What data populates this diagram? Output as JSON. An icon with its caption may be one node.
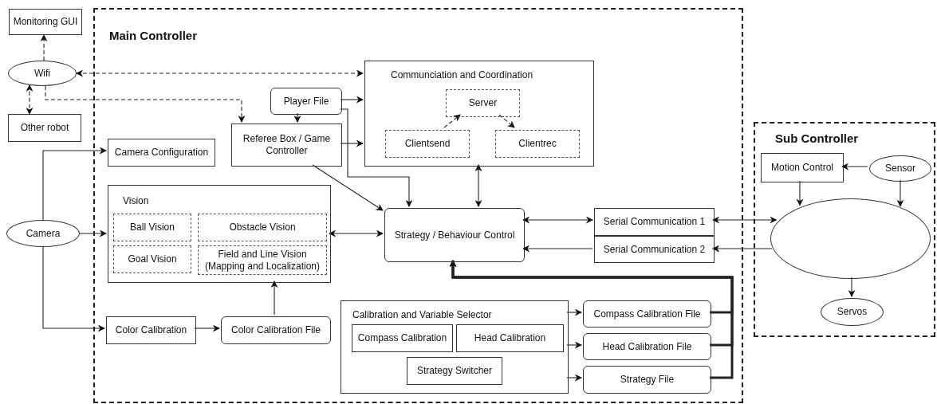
{
  "diagram": {
    "nodes": [
      {
        "text": [
          "Monitoring GUI"
        ]
      },
      {
        "text": [
          "Wifi"
        ]
      },
      {
        "text": [
          "Other robot"
        ]
      },
      {
        "text": [
          "Camera"
        ]
      },
      {
        "text": [
          "Main Controller"
        ]
      },
      {
        "text": [
          "Communciation and Coordination"
        ],
        "in": 4
      },
      {
        "text": [
          "Server"
        ],
        "in": 5
      },
      {
        "text": [
          "Clientsend"
        ],
        "in": 5
      },
      {
        "text": [
          "Clientrec"
        ],
        "in": 5
      },
      {
        "text": [
          "Player File"
        ],
        "in": 4
      },
      {
        "text": [
          "Referee Box / Game Controller"
        ],
        "in": 4
      },
      {
        "text": [
          "Camera Configuration"
        ],
        "in": 4
      },
      {
        "text": [
          "Vision"
        ],
        "in": 4
      },
      {
        "text": [
          "Ball Vision"
        ],
        "in": 12
      },
      {
        "text": [
          "Obstacle Vision"
        ],
        "in": 12
      },
      {
        "text": [
          "Goal Vision"
        ],
        "in": 12
      },
      {
        "text": [
          "Field and Line Vision (Mapping and Localization)"
        ],
        "in": 12
      },
      {
        "text": [
          "Strategy / Behaviour Control"
        ],
        "in": 4
      },
      {
        "text": [
          "Serial Communication 1"
        ],
        "in": 4
      },
      {
        "text": [
          "Serial Communication 2"
        ],
        "in": 4
      },
      {
        "text": [
          "Color Calibration"
        ],
        "in": 4
      },
      {
        "text": [
          "Color Calibration File"
        ],
        "in": 4
      },
      {
        "text": [
          "Calibration and Variable Selector"
        ],
        "in": 4
      },
      {
        "text": [
          "Compass Calibration"
        ],
        "in": 22
      },
      {
        "text": [
          "Head Calibration"
        ],
        "in": 22
      },
      {
        "text": [
          "Strategy Switcher"
        ],
        "in": 22
      },
      {
        "text": [
          "Compass Calibration File"
        ],
        "in": 4
      },
      {
        "text": [
          "Head Calibration File"
        ],
        "in": 4
      },
      {
        "text": [
          "Strategy File"
        ],
        "in": 4
      },
      {
        "text": [
          "Sub Controller"
        ]
      },
      {
        "text": [
          "Motion Control"
        ],
        "in": 29
      },
      {
        "text": [
          "Sensor"
        ],
        "in": 29
      },
      {
        "text": [],
        "shape": "ellipse",
        "in": 29
      },
      {
        "text": [
          "Servos"
        ],
        "in": 29
      }
    ],
    "edges": [
      {
        "from": 1,
        "to": 0,
        "arrow": "to",
        "style": "dashed"
      },
      {
        "from": 1,
        "to": 2,
        "arrow": "both",
        "style": "dashed"
      },
      {
        "from": 1,
        "to": 5,
        "arrow": "both",
        "style": "dashed"
      },
      {
        "from": 1,
        "to": 10,
        "arrow": "to",
        "style": "dashed"
      },
      {
        "from": 9,
        "to": 5,
        "arrow": "to"
      },
      {
        "from": 9,
        "to": 10,
        "arrow": "to"
      },
      {
        "from": 9,
        "to": 17,
        "arrow": "to"
      },
      {
        "from": 10,
        "to": 5,
        "arrow": "to"
      },
      {
        "from": 10,
        "to": 17,
        "arrow": "to"
      },
      {
        "from": 7,
        "to": 6,
        "arrow": "to",
        "style": "dashed"
      },
      {
        "from": 6,
        "to": 8,
        "arrow": "to",
        "style": "dashed"
      },
      {
        "from": 5,
        "to": 17,
        "arrow": "both"
      },
      {
        "from": 3,
        "to": 11,
        "arrow": "to"
      },
      {
        "from": 3,
        "to": 12,
        "arrow": "to"
      },
      {
        "from": 3,
        "to": 20,
        "arrow": "to"
      },
      {
        "from": 20,
        "to": 21,
        "arrow": "to"
      },
      {
        "from": 21,
        "to": 12,
        "arrow": "to"
      },
      {
        "from": 12,
        "to": 17,
        "arrow": "both"
      },
      {
        "from": 17,
        "to": 18,
        "arrow": "both"
      },
      {
        "from": 19,
        "to": 17,
        "arrow": "to"
      },
      {
        "from": 32,
        "to": 18,
        "arrow": "both"
      },
      {
        "from": 32,
        "to": 19,
        "arrow": "to"
      },
      {
        "from": 22,
        "to": 26,
        "arrow": "to"
      },
      {
        "from": 22,
        "to": 27,
        "arrow": "to"
      },
      {
        "from": 22,
        "to": 28,
        "arrow": "to"
      },
      {
        "from": 26,
        "to": 17,
        "arrow": "to",
        "style": "thick"
      },
      {
        "from": 27,
        "to": 17,
        "arrow": "to",
        "style": "thick"
      },
      {
        "from": 28,
        "to": 17,
        "arrow": "to",
        "style": "thick"
      },
      {
        "from": 30,
        "to": 32,
        "arrow": "to"
      },
      {
        "from": 31,
        "to": 32,
        "arrow": "to"
      },
      {
        "from": 31,
        "to": 30,
        "arrow": "to"
      },
      {
        "from": 32,
        "to": 33,
        "arrow": "to"
      }
    ]
  }
}
